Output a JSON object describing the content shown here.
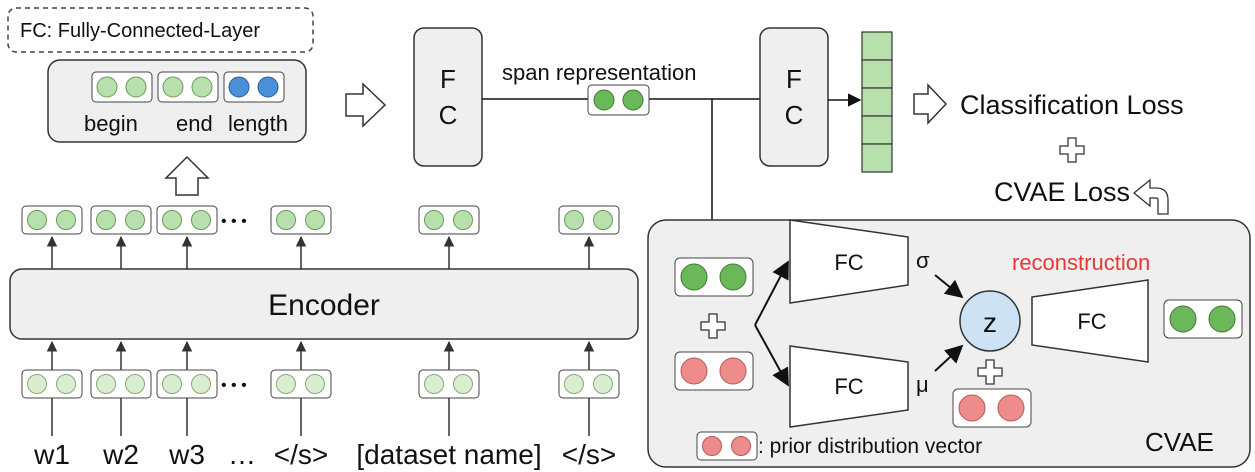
{
  "legend_fc": "FC: Fully-Connected-Layer",
  "span_repr_label": "span representation",
  "parts": {
    "begin": "begin",
    "end": "end",
    "length": "length"
  },
  "fc_letter_f": "F",
  "fc_letter_c": "C",
  "encoder_label": "Encoder",
  "ellipsis_dots": "• • •",
  "tokens": {
    "w1": "w1",
    "w2": "w2",
    "w3": "w3",
    "dots": "…",
    "sep1": "</s>",
    "dataset": "[dataset name]",
    "sep2": "</s>"
  },
  "classification_loss": "Classification Loss",
  "cvae_loss": "CVAE Loss",
  "cvae": {
    "fc": "FC",
    "sigma": "σ",
    "mu": "μ",
    "z": "z",
    "reconstruction": "reconstruction",
    "prior_label": ": prior distribution vector",
    "title": "CVAE"
  },
  "colors": {
    "green_dark": "#6ab85a",
    "green_light": "#b8e0ad",
    "green_pale": "#d8eecf",
    "blue": "#4a90d9",
    "pink": "#ee8c8c",
    "red_text": "#e53935",
    "z_fill": "#cde3f5",
    "box_fill": "#efefef"
  }
}
